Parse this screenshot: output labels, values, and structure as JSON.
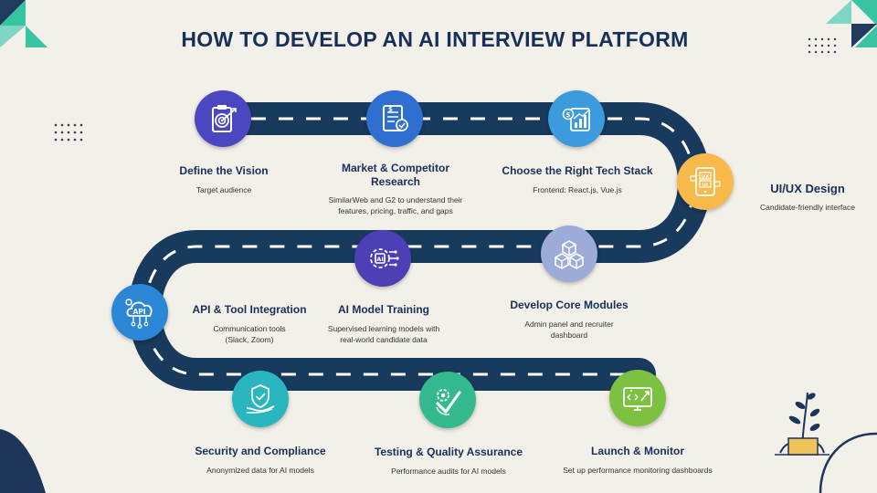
{
  "title": "HOW TO DEVELOP AN AI INTERVIEW PLATFORM",
  "colors": {
    "road": "#183a5c",
    "dash": "#ffffff",
    "title": "#17305a",
    "teal": "#22b58f",
    "background": "#f3efe9"
  },
  "steps": [
    {
      "title": "Define the Vision",
      "desc": "Target audience",
      "icon": "target-clipboard-icon",
      "color": "#4b46c1"
    },
    {
      "title": "Market & Competitor Research",
      "title_lines": [
        "Market & Competitor",
        "Research"
      ],
      "desc": "SimilarWeb and G2 to understand their features, pricing, traffic, and gaps",
      "desc_lines": [
        "SimilarWeb and G2 to understand their",
        "features, pricing, traffic, and gaps"
      ],
      "icon": "research-document-icon",
      "color": "#2f6fcf"
    },
    {
      "title": "Choose the Right Tech Stack",
      "desc": "Frontend: React.js, Vue.js",
      "icon": "tech-stack-chart-icon",
      "color": "#3b9bdc"
    },
    {
      "title": "UI/UX Design",
      "desc": "Candidate-friendly interface",
      "icon": "ui-ux-mobile-icon",
      "color": "#f6b94a"
    },
    {
      "title": "Develop Core Modules",
      "desc": "Admin panel and recruiter dashboard",
      "desc_lines": [
        "Admin panel and recruiter",
        "dashboard"
      ],
      "icon": "cubes-icon",
      "color": "#9dabd8"
    },
    {
      "title": "AI Model Training",
      "desc": "Supervised learning models with real-world candidate data",
      "desc_lines": [
        "Supervised learning models with",
        "real-world candidate data"
      ],
      "icon": "ai-chip-gear-icon",
      "color": "#4d3fb5"
    },
    {
      "title": "API & Tool Integration",
      "desc": "Communication tools (Slack, Zoom)",
      "desc_lines": [
        "Communication tools",
        "(Slack, Zoom)"
      ],
      "icon": "api-cloud-icon",
      "color": "#2c86d6"
    },
    {
      "title": "Security and Compliance",
      "desc": "Anonymized data for AI models",
      "icon": "security-shield-hand-icon",
      "color": "#2ab6bf"
    },
    {
      "title": "Testing & Quality Assurance",
      "desc": "Performance audits for AI models",
      "icon": "gear-check-icon",
      "color": "#33b98d"
    },
    {
      "title": "Launch & Monitor",
      "desc": "Set up performance monitoring dashboards",
      "icon": "monitor-rocket-icon",
      "color": "#7cc142"
    }
  ]
}
